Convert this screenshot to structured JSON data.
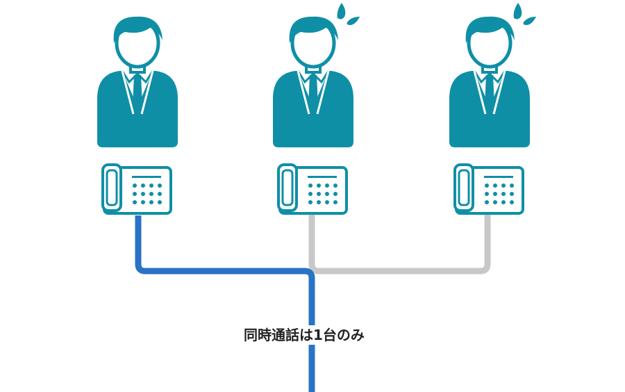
{
  "caption": "同時通話は1台のみ",
  "colors": {
    "figure": "#0f8fa6",
    "active_line": "#2a72c6",
    "idle_line": "#c8c8c8",
    "caption_text": "#222222"
  },
  "icons": {
    "person": "person-icon",
    "phone": "desk-phone-icon",
    "sweat": "sweat-drop-icon"
  },
  "people": [
    {
      "phone_line": "active",
      "sweat": false
    },
    {
      "phone_line": "idle",
      "sweat": true
    },
    {
      "phone_line": "idle",
      "sweat": true
    }
  ]
}
